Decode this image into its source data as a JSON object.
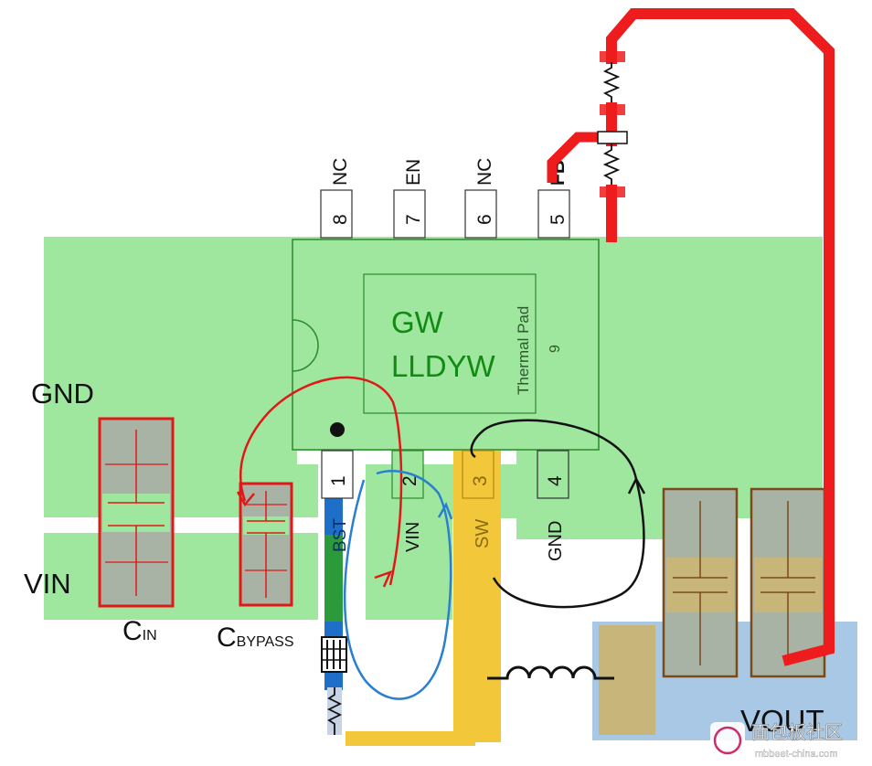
{
  "pins": [
    {
      "num": "8",
      "name": "NC"
    },
    {
      "num": "7",
      "name": "EN"
    },
    {
      "num": "6",
      "name": "NC"
    },
    {
      "num": "5",
      "name": "FB"
    },
    {
      "num": "1",
      "name": "BST"
    },
    {
      "num": "2",
      "name": "VIN"
    },
    {
      "num": "3",
      "name": "SW"
    },
    {
      "num": "4",
      "name": "GND"
    }
  ],
  "chip": {
    "marking_line1": "GW",
    "marking_line2": "LLDYW",
    "thermal_pad_label": "Thermal Pad",
    "thermal_pad_number": "9"
  },
  "labels": {
    "gnd": "GND",
    "vin": "VIN",
    "cin_main": "C",
    "cin_sub": "IN",
    "cbypass_main": "C",
    "cbypass_sub": "BYPASS",
    "vout": "VOUT"
  },
  "watermark": {
    "text": "面包板社区",
    "url": "mbbeet-china.com"
  },
  "colors": {
    "copper_green": "#9fe79f",
    "vout_blue": "#a8c8e6",
    "trace_red": "#ee1c1c",
    "sw_yellow": "#f3c73a",
    "bst_blue": "#1f6fc9",
    "via_green": "#2a9a3a",
    "pad_gray": "#a9b3a5",
    "cap_tan": "#c8b57a"
  }
}
